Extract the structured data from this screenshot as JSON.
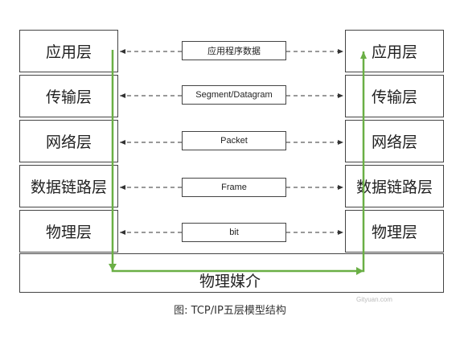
{
  "left_stack": [
    "应用层",
    "传输层",
    "网络层",
    "数据链路层",
    "物理层"
  ],
  "right_stack": [
    "应用层",
    "传输层",
    "网络层",
    "数据链路层",
    "物理层"
  ],
  "pdus": [
    "应用程序数据",
    "Segment/Datagram",
    "Packet",
    "Frame",
    "bit"
  ],
  "medium": "物理媒介",
  "caption": "图: TCP/IP五层模型结构",
  "watermark": "Gityuan.com",
  "colors": {
    "path": "#6aaf45",
    "border": "#444444",
    "dash": "#333333"
  }
}
